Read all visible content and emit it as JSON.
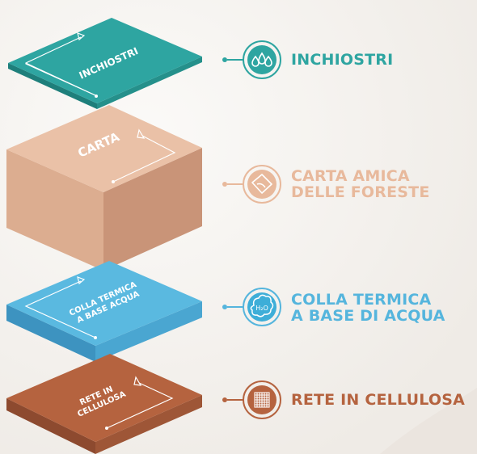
{
  "colors": {
    "teal": "#2ea5a1",
    "tan": "#e8b99c",
    "blue": "#55b5dd",
    "brown": "#b5633f",
    "background": "#f6f4f1"
  },
  "layers": [
    {
      "id": "inchiostri",
      "block_label_lines": [
        "INCHIOSTRI"
      ],
      "label_lines": [
        "INCHIOSTRI"
      ],
      "icon": "ink-drops-icon",
      "color": "#2ea5a1"
    },
    {
      "id": "carta",
      "block_label_lines": [
        "CARTA"
      ],
      "label_lines": [
        "CARTA AMICA",
        "DELLE FORESTE"
      ],
      "icon": "paper-sheet-icon",
      "color": "#e8b99c"
    },
    {
      "id": "colla",
      "block_label_lines": [
        "COLLA TERMICA",
        "A BASE ACQUA"
      ],
      "label_lines": [
        "COLLA TERMICA",
        "A BASE DI ACQUA"
      ],
      "icon": "h2o-splash-icon",
      "color": "#55b5dd"
    },
    {
      "id": "rete",
      "block_label_lines": [
        "RETE IN",
        "CELLULOSA"
      ],
      "label_lines": [
        "RETE IN CELLULOSA"
      ],
      "icon": "mesh-grid-icon",
      "color": "#b5633f"
    }
  ]
}
